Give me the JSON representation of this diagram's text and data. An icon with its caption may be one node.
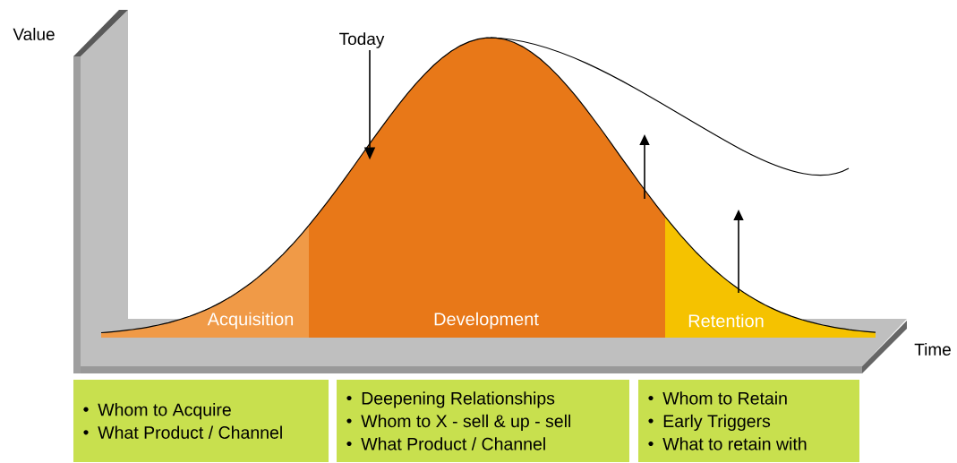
{
  "diagram": {
    "nodes": [
      {
        "text": [
          "Acquisition"
        ]
      },
      {
        "text": [
          "Development"
        ]
      },
      {
        "text": [
          "Retention"
        ]
      },
      {
        "text": [
          "Today"
        ]
      },
      {
        "text": [
          "Whom to Acquire",
          "What Product / Channel"
        ]
      },
      {
        "text": [
          "Deepening Relationships",
          "Whom to X - sell & up - sell",
          "What Product / Channel"
        ]
      },
      {
        "text": [
          "Whom to Retain",
          "Early Triggers",
          "What to retain with"
        ]
      }
    ],
    "edges": [
      {
        "from": 3,
        "to": 1,
        "arrow": "to"
      }
    ],
    "labels": [
      "Value",
      "Time"
    ]
  }
}
